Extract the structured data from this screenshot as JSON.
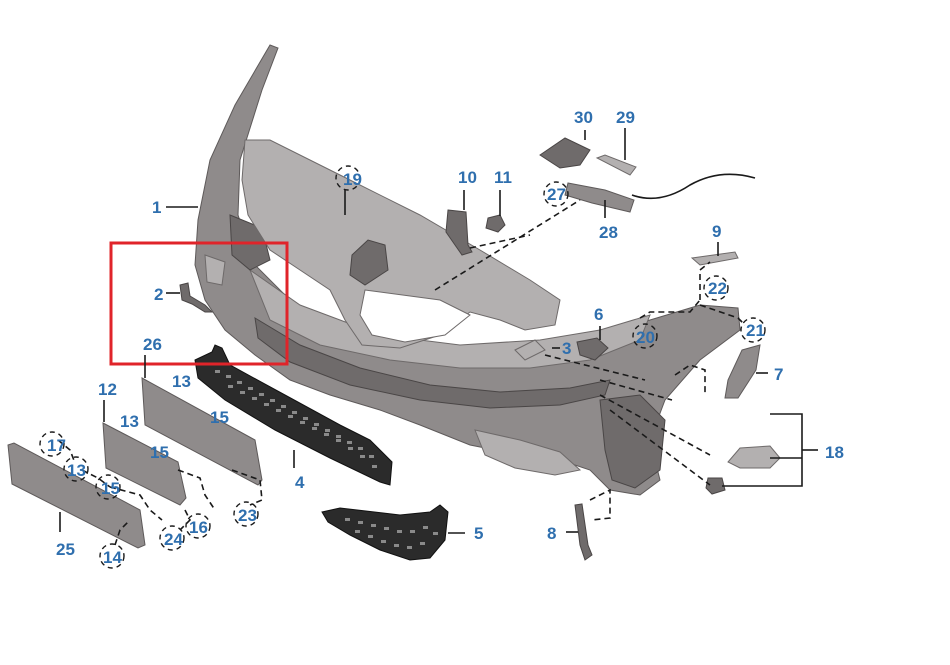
{
  "diagram": {
    "highlight_color": "#e0242a",
    "callout_color": "#2f6fae",
    "callouts": [
      {
        "id": "1",
        "label": "1"
      },
      {
        "id": "2",
        "label": "2"
      },
      {
        "id": "3",
        "label": "3"
      },
      {
        "id": "4",
        "label": "4"
      },
      {
        "id": "5",
        "label": "5"
      },
      {
        "id": "6",
        "label": "6"
      },
      {
        "id": "7",
        "label": "7"
      },
      {
        "id": "8",
        "label": "8"
      },
      {
        "id": "9",
        "label": "9"
      },
      {
        "id": "10",
        "label": "10"
      },
      {
        "id": "11",
        "label": "11"
      },
      {
        "id": "12",
        "label": "12"
      },
      {
        "id": "13a",
        "label": "13"
      },
      {
        "id": "13b",
        "label": "13"
      },
      {
        "id": "13c",
        "label": "13"
      },
      {
        "id": "14",
        "label": "14"
      },
      {
        "id": "15a",
        "label": "15"
      },
      {
        "id": "15b",
        "label": "15"
      },
      {
        "id": "15c",
        "label": "15"
      },
      {
        "id": "16",
        "label": "16"
      },
      {
        "id": "17",
        "label": "17"
      },
      {
        "id": "18",
        "label": "18"
      },
      {
        "id": "19",
        "label": "19"
      },
      {
        "id": "20",
        "label": "20"
      },
      {
        "id": "21",
        "label": "21"
      },
      {
        "id": "22",
        "label": "22"
      },
      {
        "id": "23",
        "label": "23"
      },
      {
        "id": "24",
        "label": "24"
      },
      {
        "id": "25",
        "label": "25"
      },
      {
        "id": "26",
        "label": "26"
      },
      {
        "id": "27",
        "label": "27"
      },
      {
        "id": "28",
        "label": "28"
      },
      {
        "id": "29",
        "label": "29"
      },
      {
        "id": "30",
        "label": "30"
      }
    ]
  }
}
